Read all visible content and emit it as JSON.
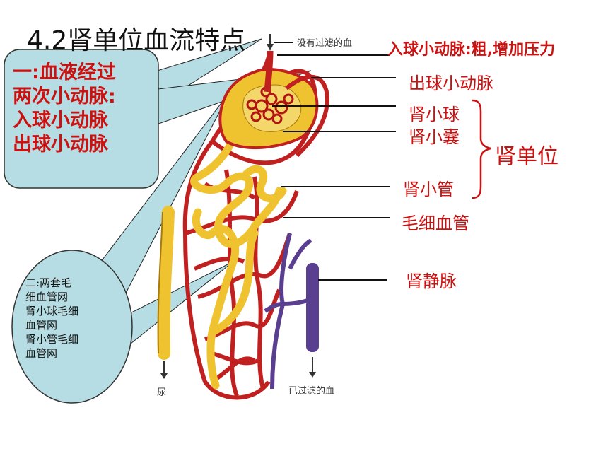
{
  "title": "4.2肾单位血流特点",
  "labels": {
    "afferent": "入球小动脉:粗,增加压力",
    "efferent": "出球小动脉",
    "glomerulus": "肾小球",
    "capsule": "肾小囊",
    "nephron": "肾单位",
    "tubule": "肾小管",
    "capillary": "毛细血管",
    "renal_vein": "肾静脉"
  },
  "diagram_text": {
    "unfiltered": "没有过滤的血",
    "urine": "尿",
    "filtered": "已过滤的血"
  },
  "callout1": {
    "lines": [
      "一:血液经过",
      "两次小动脉:",
      "入球小动脉",
      "出球小动脉"
    ]
  },
  "callout2": {
    "lines": [
      "二:两套毛",
      "细血管网",
      "肾小球毛细",
      "血管网",
      "肾小管毛细",
      "血管网"
    ]
  },
  "colors": {
    "label_red": "#cc1111",
    "callout_fill": "#b6dde3",
    "artery": "#c0201f",
    "tubule": "#efc330",
    "vein": "#5a3e8f"
  }
}
